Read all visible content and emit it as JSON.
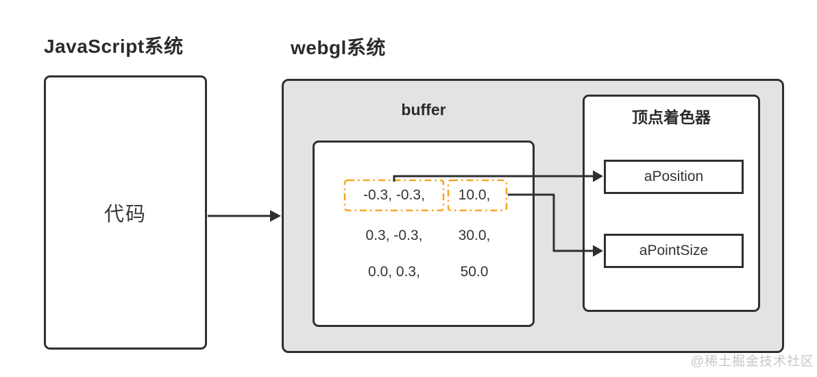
{
  "titles": {
    "js_system": "JavaScript系统",
    "webgl_system": "webgl系统"
  },
  "js_system": {
    "code_label": "代码"
  },
  "webgl_system": {
    "buffer": {
      "label": "buffer",
      "rows": [
        {
          "position": "-0.3, -0.3,",
          "point_size": "10.0,",
          "highlighted": true
        },
        {
          "position": "0.3, -0.3,",
          "point_size": "30.0,",
          "highlighted": false
        },
        {
          "position": "0.0, 0.3,",
          "point_size": "50.0",
          "highlighted": false
        }
      ]
    },
    "vertex_shader": {
      "title": "顶点着色器",
      "attributes": [
        {
          "label": "aPosition"
        },
        {
          "label": "aPointSize"
        }
      ]
    }
  },
  "watermark": "@稀土掘金技术社区",
  "colors": {
    "highlight_orange": "#F5A623",
    "line_dark": "#2F2F2F",
    "panel_gray": "#E3E3E3",
    "box_white": "#FFFFFF",
    "watermark_gray": "#C7C7C7"
  }
}
